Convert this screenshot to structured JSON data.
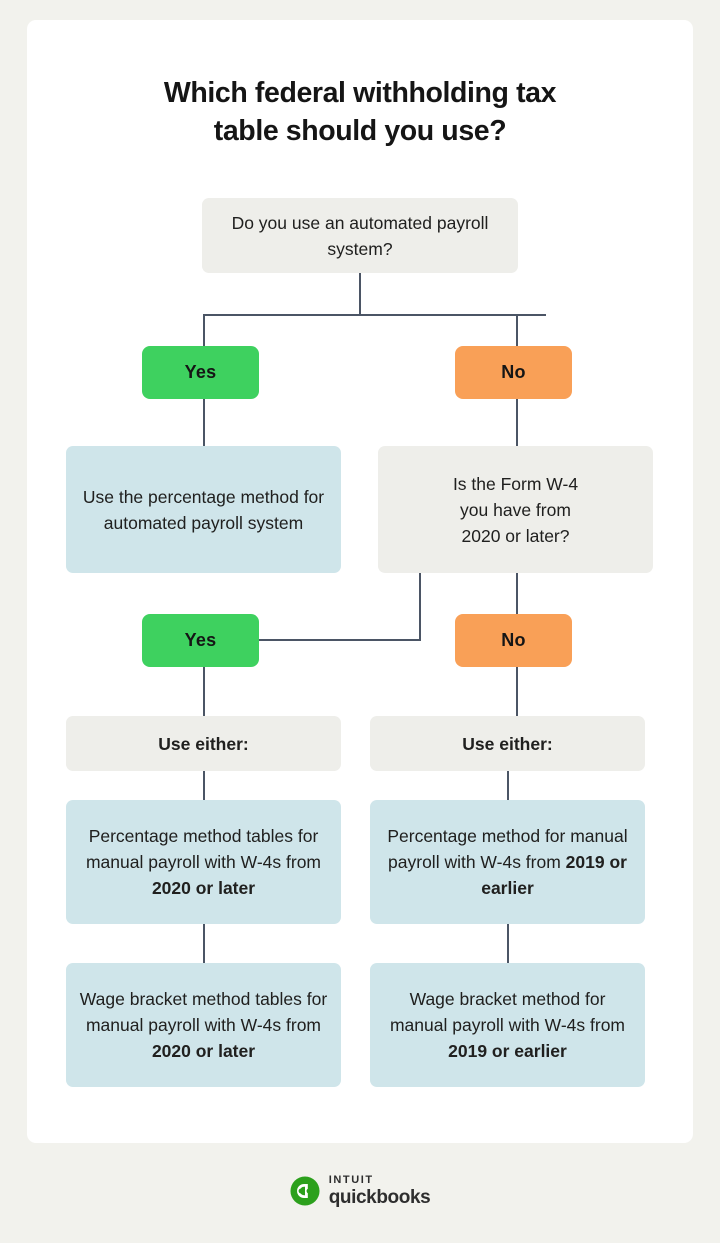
{
  "page": {
    "background_color": "#f2f2ed",
    "card_color": "#ffffff"
  },
  "title": {
    "line1": "Which federal withholding tax",
    "line2": "table should you use?"
  },
  "colors": {
    "yes_green": "#3ed15f",
    "no_orange": "#f9a057",
    "neutral_gray": "#eeeeea",
    "result_blue": "#cfe5ea",
    "connector": "#4b5565",
    "text": "#20201f",
    "brand_green": "#2ca01c"
  },
  "flowchart": {
    "type": "decision-tree",
    "nodes": {
      "question_1": "Do you use an automated payroll system?",
      "yes_1": "Yes",
      "no_1": "No",
      "result_1": "Use the percentage method for automated payroll system",
      "question_2_line1": "Is the Form W-4",
      "question_2_line2": "you have from",
      "question_2_line3": "2020 or later?",
      "yes_2": "Yes",
      "no_2": "No",
      "use_either_left": "Use either:",
      "use_either_right": "Use either:",
      "result_left_1_plain": "Percentage method tables for manual payroll with W-4s from ",
      "result_left_1_bold": "2020 or later",
      "result_left_2_plain": "Wage bracket method tables for manual payroll with W-4s from ",
      "result_left_2_bold": "2020 or later",
      "result_right_1_plain": "Percentage method for manual payroll with W-4s from ",
      "result_right_1_bold": "2019 or earlier",
      "result_right_2_plain": "Wage bracket method for manual payroll with W-4s from ",
      "result_right_2_bold": "2019 or earlier"
    }
  },
  "footer": {
    "logo_icon": "quickbooks-qb-circle-icon",
    "intuit": "intuit",
    "quickbooks": "quickbooks"
  }
}
